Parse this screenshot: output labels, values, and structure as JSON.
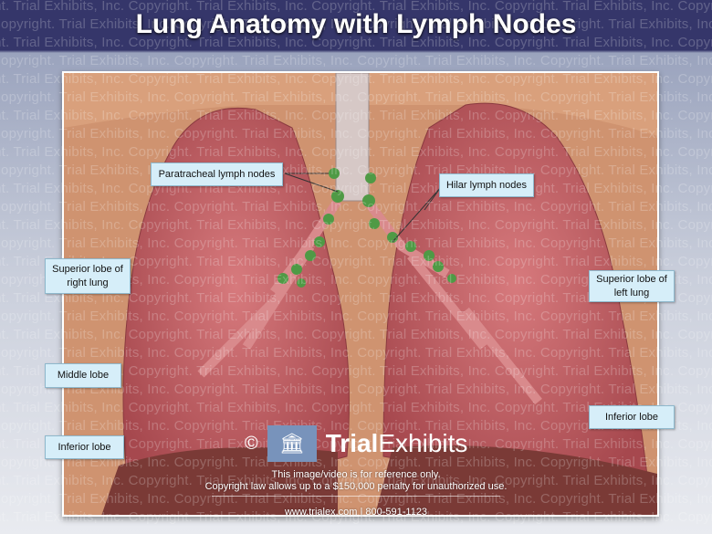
{
  "title": "Lung Anatomy with Lymph Nodes",
  "watermark": "Copyright. Trial Exhibits, Inc. ",
  "labels": {
    "paratracheal": "Paratracheal lymph nodes",
    "hilar": "Hilar lymph nodes",
    "superior_right": "Superior lobe of right lung",
    "superior_left": "Superior lobe of left lung",
    "middle": "Middle lobe",
    "inferior_left": "Inferior lobe",
    "inferior_right": "Inferior lobe"
  },
  "logo": {
    "copyright_symbol": "©",
    "brand_bold": "Trial",
    "brand_regular": "Exhibits",
    "icon": "pillar-icon"
  },
  "disclaimer": {
    "line1": "This image/video is for reference only.",
    "line2": "Copyright law allows up to a $150,000 penalty for unauthorized use.",
    "contact": "www.trialex.com  |  800-591-1123"
  },
  "colors": {
    "label_bg": "#d6eef9",
    "header_bg": "#35366a",
    "logo_bg": "#7893bb"
  }
}
